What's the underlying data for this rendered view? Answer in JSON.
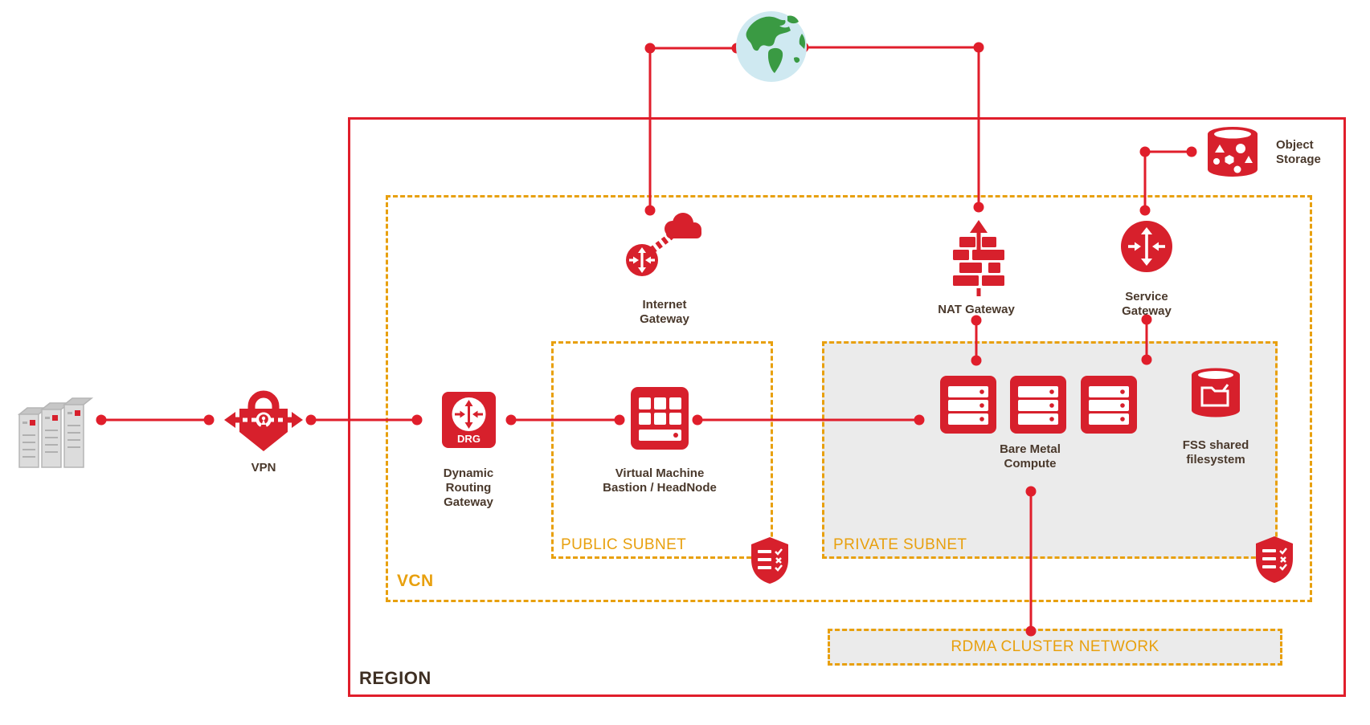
{
  "region": {
    "label": "REGION"
  },
  "vcn": {
    "label": "VCN"
  },
  "public_subnet": {
    "label": "PUBLIC SUBNET"
  },
  "private_subnet": {
    "label": "PRIVATE SUBNET"
  },
  "rdma": {
    "label": "RDMA CLUSTER NETWORK"
  },
  "nodes": {
    "vpn": {
      "label": "VPN"
    },
    "drg": {
      "badge": "DRG",
      "line1": "Dynamic",
      "line2": "Routing",
      "line3": "Gateway"
    },
    "vm": {
      "line1": "Virtual Machine",
      "line2": "Bastion / HeadNode"
    },
    "internet_gateway": {
      "line1": "Internet",
      "line2": "Gateway"
    },
    "nat_gateway": {
      "label": "NAT Gateway"
    },
    "service_gateway": {
      "line1": "Service",
      "line2": "Gateway"
    },
    "object_storage": {
      "line1": "Object",
      "line2": "Storage"
    },
    "bare_metal": {
      "line1": "Bare Metal",
      "line2": "Compute"
    },
    "fss": {
      "line1": "FSS shared",
      "line2": "filesystem"
    }
  },
  "colors": {
    "icon_red": "#d7202c",
    "line_red": "#e01e2b",
    "orange": "#e8a00e",
    "label_dark": "#4a392c",
    "subnet_fill": "#ebebeb",
    "globe_water": "#cfe9f1",
    "globe_land": "#3a9a43",
    "rack_gray": "#dcdcdc"
  },
  "icons": [
    "globe-icon",
    "on-premises-racks-icon",
    "vpn-lock-icon",
    "drg-icon",
    "vm-bastion-icon",
    "internet-gateway-icon",
    "nat-gateway-icon",
    "service-gateway-icon",
    "object-storage-icon",
    "bare-metal-server-icon",
    "fss-icon",
    "security-list-shield-icon"
  ]
}
